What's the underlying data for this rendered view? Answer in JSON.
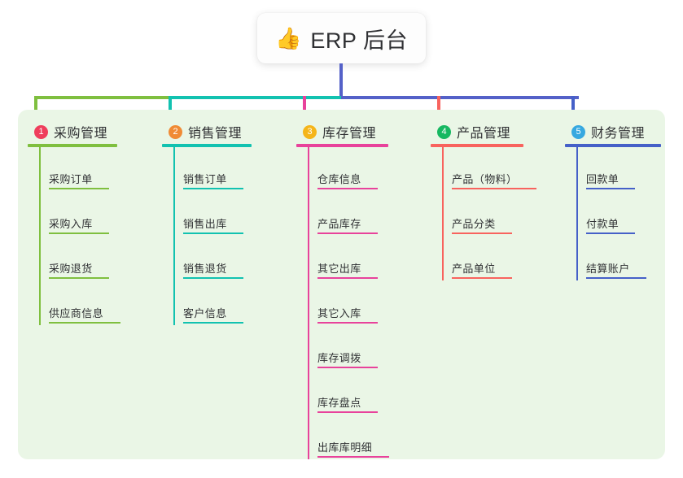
{
  "diagram": {
    "root": {
      "icon": "thumbs-up-icon",
      "emoji": "👍",
      "label": "ERP 后台"
    },
    "panel_color": "#eaf6e6",
    "stem_color": "#5461c8",
    "connectors": [
      {
        "name": "segment-1",
        "color": "#7fbf3f"
      },
      {
        "name": "segment-2",
        "color": "#12c2b0"
      },
      {
        "name": "segment-3",
        "color": "#5461c8"
      }
    ],
    "columns": [
      {
        "number": "1",
        "title": "采购管理",
        "badge_color": "#ef3e5c",
        "accent": "#7fbf3f",
        "rule_width": 110,
        "items": [
          {
            "label": "采购订单",
            "rule_width": 74
          },
          {
            "label": "采购入库",
            "rule_width": 74
          },
          {
            "label": "采购退货",
            "rule_width": 74
          },
          {
            "label": "供应商信息",
            "rule_width": 88
          }
        ]
      },
      {
        "number": "2",
        "title": "销售管理",
        "badge_color": "#f08b35",
        "accent": "#12c2b0",
        "rule_width": 110,
        "items": [
          {
            "label": "销售订单",
            "rule_width": 74
          },
          {
            "label": "销售出库",
            "rule_width": 74
          },
          {
            "label": "销售退货",
            "rule_width": 74
          },
          {
            "label": "客户信息",
            "rule_width": 74
          }
        ]
      },
      {
        "number": "3",
        "title": "库存管理",
        "badge_color": "#f5b519",
        "accent": "#e8429b",
        "rule_width": 113,
        "items": [
          {
            "label": "仓库信息",
            "rule_width": 74
          },
          {
            "label": "产品库存",
            "rule_width": 74
          },
          {
            "label": "其它出库",
            "rule_width": 74
          },
          {
            "label": "其它入库",
            "rule_width": 74
          },
          {
            "label": "库存调拨",
            "rule_width": 74
          },
          {
            "label": "库存盘点",
            "rule_width": 74
          },
          {
            "label": "出库库明细",
            "rule_width": 88
          }
        ]
      },
      {
        "number": "4",
        "title": "产品管理",
        "badge_color": "#16b861",
        "accent": "#f8635e",
        "rule_width": 114,
        "items": [
          {
            "label": "产品（物料）",
            "rule_width": 104
          },
          {
            "label": "产品分类",
            "rule_width": 74
          },
          {
            "label": "产品单位",
            "rule_width": 74
          }
        ]
      },
      {
        "number": "5",
        "title": "财务管理",
        "badge_color": "#36a8e0",
        "accent": "#4560c8",
        "rule_width": 118,
        "items": [
          {
            "label": "回款单",
            "rule_width": 60
          },
          {
            "label": "付款单",
            "rule_width": 60
          },
          {
            "label": "结算账户",
            "rule_width": 74
          }
        ]
      }
    ]
  }
}
